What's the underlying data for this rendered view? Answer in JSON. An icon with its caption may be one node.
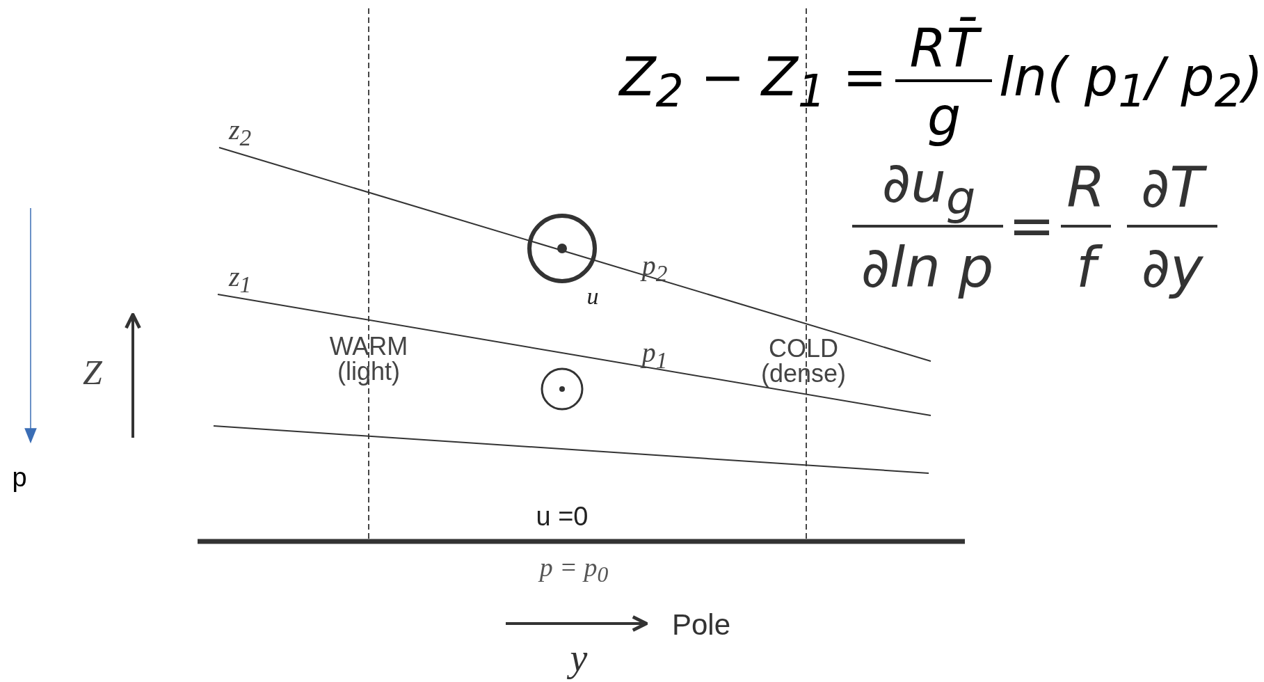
{
  "diagram": {
    "labels": [
      "Z$_{2}$ − Z$_{1}$ =",
      "RT̄",
      "ln( p$_{1}$/ p$_{2}$)",
      "g",
      "z$_{2}$",
      "∂u$_{g}$",
      "=",
      "R",
      "∂T",
      "∂ln p",
      "f",
      "∂y",
      "p$_{2}$",
      "z$_{1}$",
      "u",
      "WARM (light)",
      "p$_{1}$",
      "COLD (dense)",
      "Z",
      "p",
      "u =0",
      "p = p$_{0}$",
      "Pole",
      "y"
    ]
  }
}
